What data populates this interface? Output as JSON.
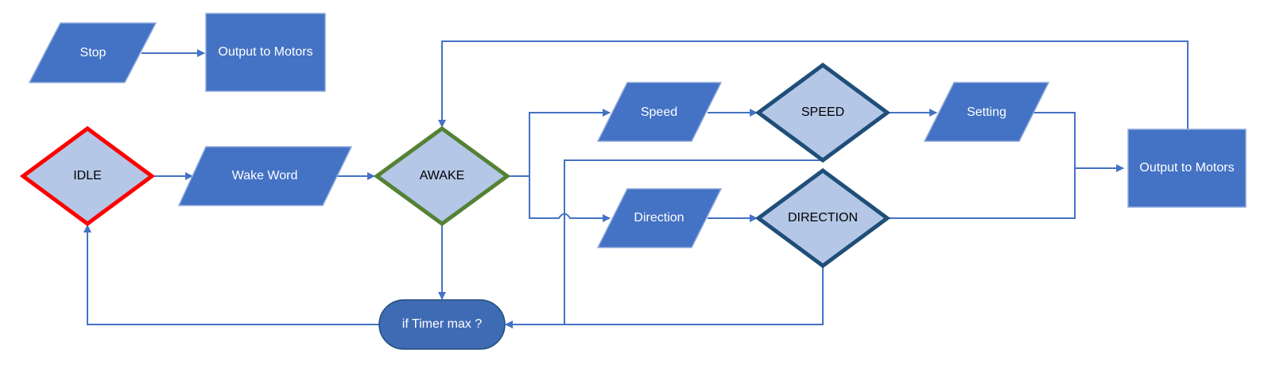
{
  "colors": {
    "fill_dark": "#4472C4",
    "fill_light": "#B4C7E7",
    "stroke_shape": "#8FAADC",
    "stroke_navy": "#1F4E79",
    "stroke_idle": "#FF0000",
    "stroke_awake": "#548235",
    "terminator_fill": "#3F6BB5",
    "edge": "#4472C4"
  },
  "nodes": {
    "stop": "Stop",
    "output_top": "Output to Motors",
    "idle": "IDLE",
    "wake_word": "Wake Word",
    "awake": "AWAKE",
    "speed_input": "Speed",
    "speed_decision": "SPEED",
    "setting": "Setting",
    "output_right": "Output to Motors",
    "direction_input": "Direction",
    "direction_decision": "DIRECTION",
    "timer": "if Timer max ?"
  }
}
